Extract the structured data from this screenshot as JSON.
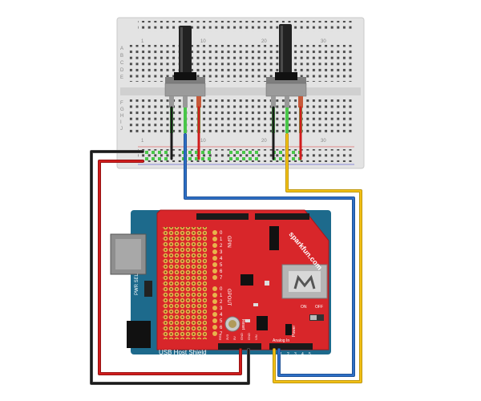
{
  "breadboard": {
    "row_letters_top": [
      "A",
      "B",
      "C",
      "D",
      "E"
    ],
    "row_letters_bottom": [
      "F",
      "G",
      "H",
      "I",
      "J"
    ],
    "column_numbers": [
      "1",
      "10",
      "20",
      "30"
    ]
  },
  "shield": {
    "brand": "sparkfun.com",
    "title": "USB Host Shield",
    "gpin": "GPIN",
    "gpout": "GPOUT",
    "pwr_sel": "PWR SEL",
    "on_label": "ON",
    "off_label": "OFF",
    "power_label": "Power",
    "analog_in": "Analog In",
    "reset": "Reset",
    "gpin_digits": [
      "0",
      "1",
      "2",
      "3",
      "4",
      "5",
      "6",
      "7"
    ],
    "gpout_digits": [
      "0",
      "1",
      "2",
      "3",
      "4",
      "5",
      "6",
      "7"
    ],
    "bottom_pins": [
      "RST",
      "3V3",
      "5V",
      "GND",
      "GND",
      "VIN"
    ],
    "analog_pins": [
      "0",
      "1",
      "2",
      "3",
      "4",
      "5"
    ]
  },
  "colors": {
    "board_red": "#d8262a",
    "arduino_blue": "#1d6a8c",
    "breadboard": "#e3e3e3",
    "wire_black": "#1a1a1a",
    "wire_red": "#d01c1c",
    "wire_blue": "#2e6fc6",
    "wire_yellow": "#f2c016",
    "pin_green": "#49c649"
  }
}
